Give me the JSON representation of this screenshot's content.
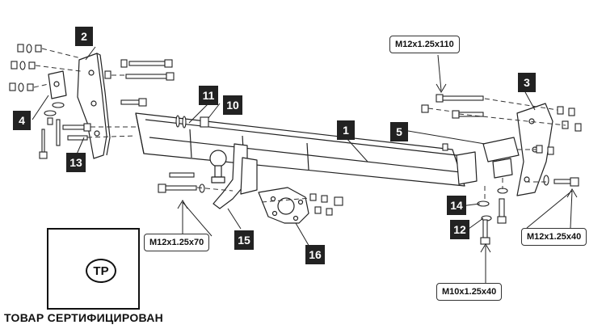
{
  "callouts": {
    "n1": "1",
    "n2": "2",
    "n3": "3",
    "n4": "4",
    "n5": "5",
    "n10": "10",
    "n11": "11",
    "n12": "12",
    "n13": "13",
    "n14": "14",
    "n15": "15",
    "n16": "16"
  },
  "specs": {
    "bolt_top": "M12x1.25x110",
    "bolt_left": "M12x1.25x70",
    "bolt_right": "M12x1.25x40",
    "bolt_bottom": "M10x1.25x40"
  },
  "certification": {
    "caption": "ТОВАР СЕРТИФИЦИРОВАН",
    "logo_letters": "ТР"
  },
  "colors": {
    "line": "#222222",
    "label_bg": "#222222",
    "label_fg": "#ffffff",
    "background": "#ffffff"
  }
}
